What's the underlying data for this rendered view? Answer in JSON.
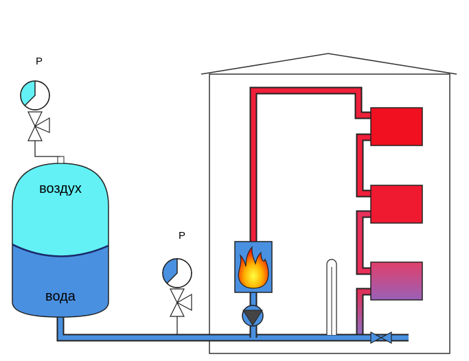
{
  "labels": {
    "gauge_top": "P",
    "gauge_bottom": "P",
    "air": "воздух",
    "water": "вода"
  },
  "colors": {
    "air": "#63f1f5",
    "water": "#4a90e0",
    "hot_pipe": "#f0203a",
    "cold_pipe": "#4a90e0",
    "outline": "#1a1a1a"
  }
}
